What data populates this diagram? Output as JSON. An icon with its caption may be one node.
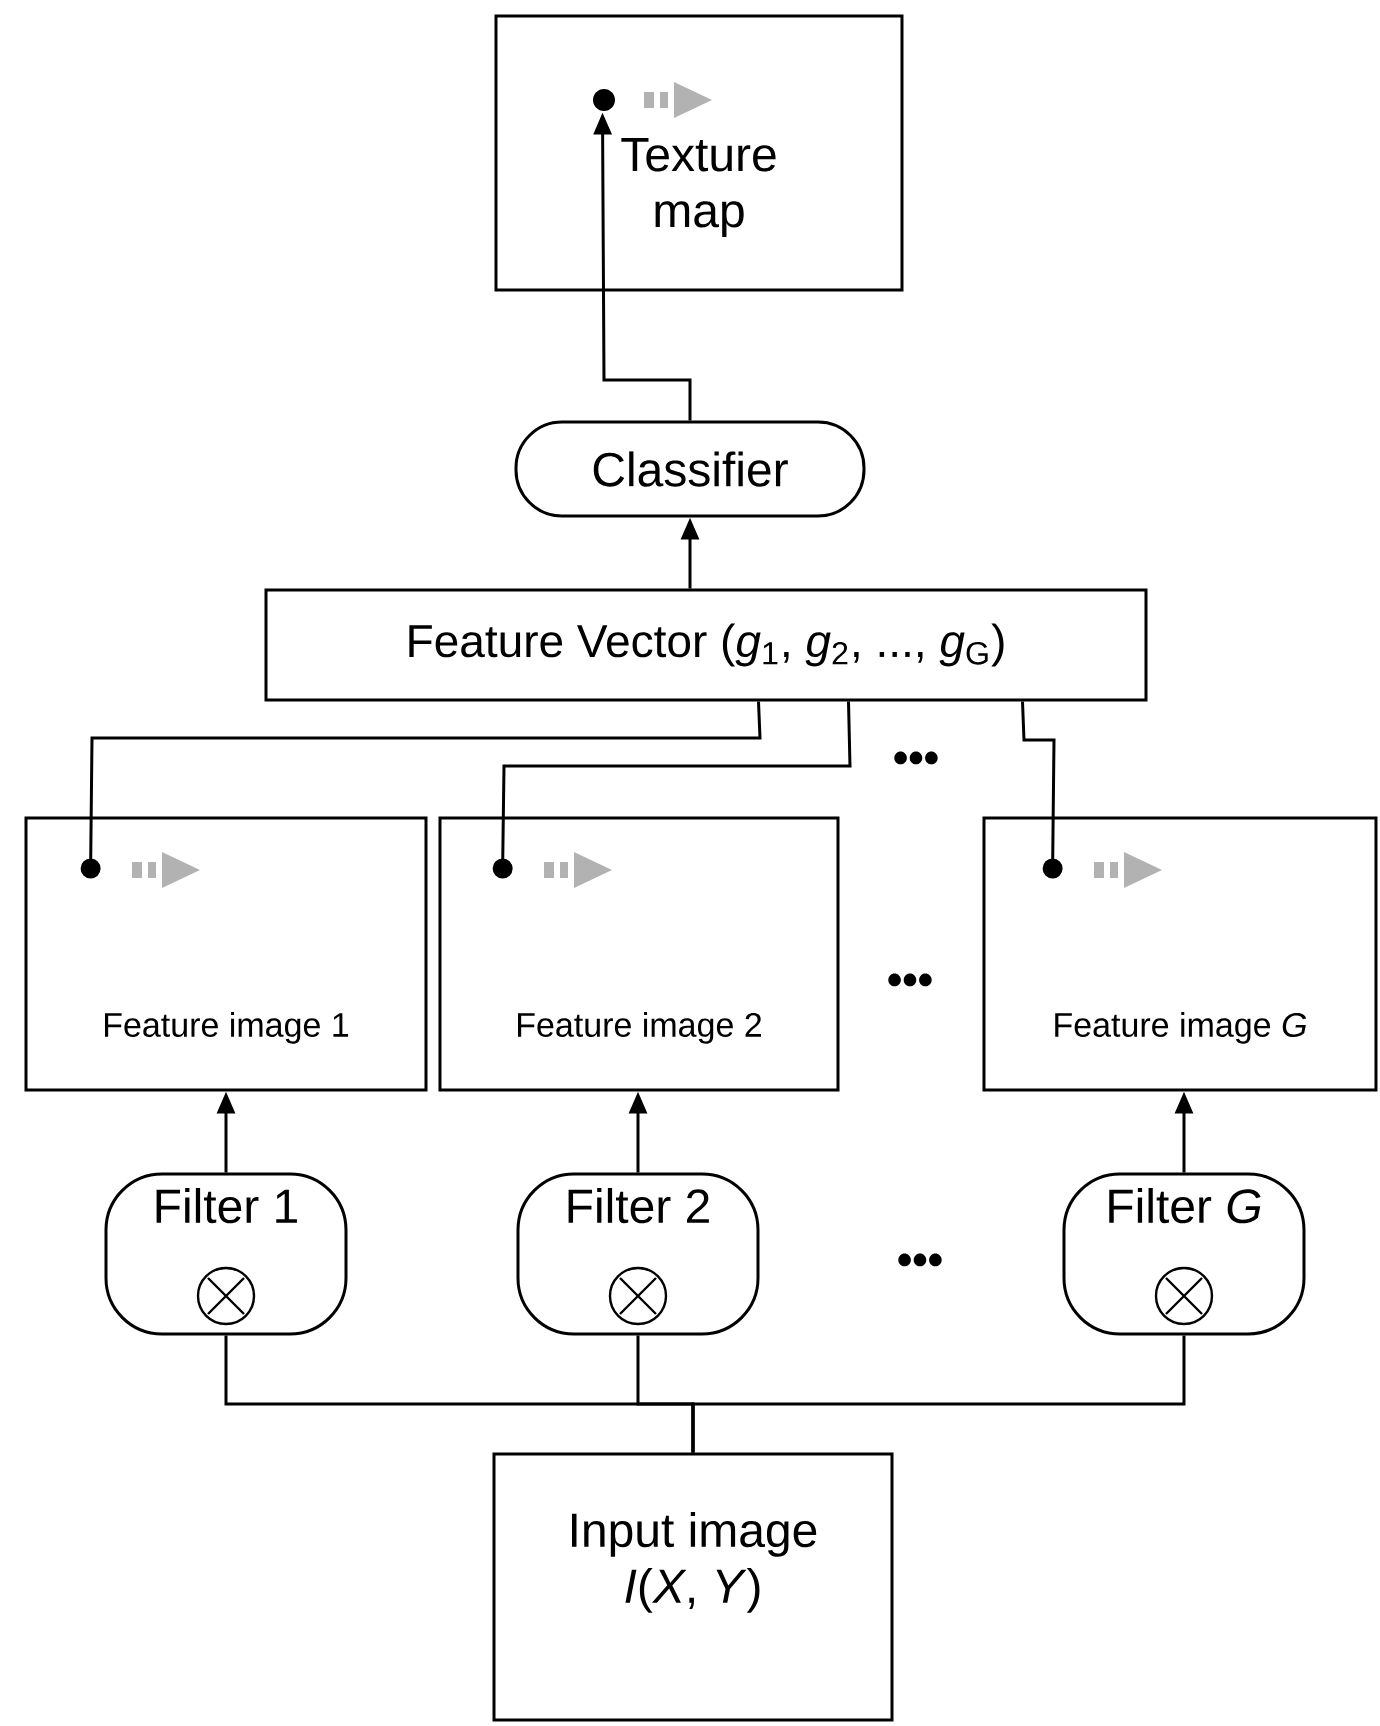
{
  "diagram": {
    "nodes": [
      {
        "text": [
          "Texture map"
        ]
      },
      {
        "text": [
          "Classifier"
        ]
      },
      {
        "text": [
          "Feature Vector (*g*$_{1}$, *g*$_{2}$, ..., *g*$_{G}$)"
        ]
      },
      {
        "text": [
          "Feature image 1"
        ]
      },
      {
        "text": [
          "Feature image 2"
        ]
      },
      {
        "text": [
          "Feature image *G*"
        ]
      },
      {
        "text": [
          "Filter 1"
        ]
      },
      {
        "text": [
          "Filter 2"
        ]
      },
      {
        "text": [
          "Filter *G*"
        ]
      },
      {
        "text": [
          "Input image *I*(*X*, *Y*)"
        ]
      }
    ],
    "edges": [
      {
        "from": 1,
        "to": 0,
        "arrow": "to"
      },
      {
        "from": 2,
        "to": 1,
        "arrow": "to"
      },
      {
        "from": 2,
        "to": 3,
        "arrow": "other"
      },
      {
        "from": 2,
        "to": 4,
        "arrow": "other"
      },
      {
        "from": 2,
        "to": 5,
        "arrow": "other"
      },
      {
        "from": 6,
        "to": 3,
        "arrow": "to"
      },
      {
        "from": 7,
        "to": 4,
        "arrow": "to"
      },
      {
        "from": 8,
        "to": 5,
        "arrow": "to"
      },
      {
        "from": 9,
        "to": 6,
        "arrow": "none"
      },
      {
        "from": 9,
        "to": 7,
        "arrow": "none"
      },
      {
        "from": 9,
        "to": 8,
        "arrow": "none"
      }
    ],
    "labels": [
      "•••",
      "•••",
      "•••"
    ]
  }
}
